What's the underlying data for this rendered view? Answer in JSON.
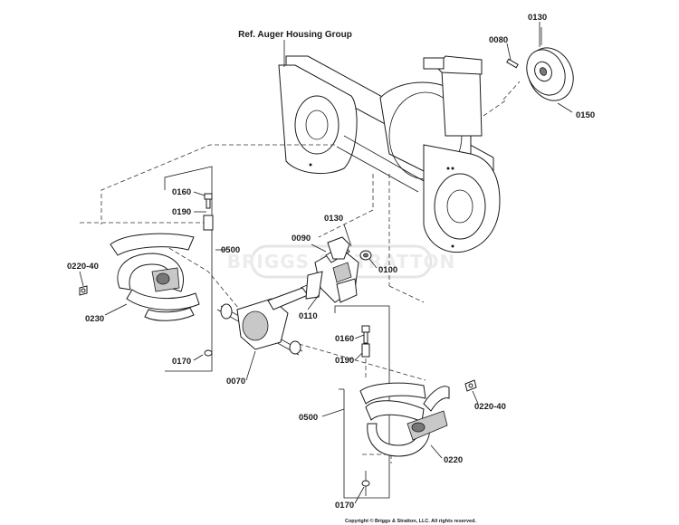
{
  "diagram": {
    "title": "Ref. Auger Housing Group",
    "watermark": "BRIGGS & STRATTON",
    "copyright": "Copyright © Briggs & Stratton, LLC. All rights reserved.",
    "callouts": {
      "c0130_top": "0130",
      "c0080": "0080",
      "c0150": "0150",
      "c0160_left": "0160",
      "c0190_left": "0190",
      "c0500_left": "0500",
      "c0220_40_left": "0220-40",
      "c0230": "0230",
      "c0170_left": "0170",
      "c0070": "0070",
      "c0130_mid": "0130",
      "c0090": "0090",
      "c0100": "0100",
      "c0110": "0110",
      "c0160_right": "0160",
      "c0190_right": "0190",
      "c0500_right": "0500",
      "c0220_40_right": "0220-40",
      "c0220": "0220",
      "c0170_right": "0170"
    }
  }
}
